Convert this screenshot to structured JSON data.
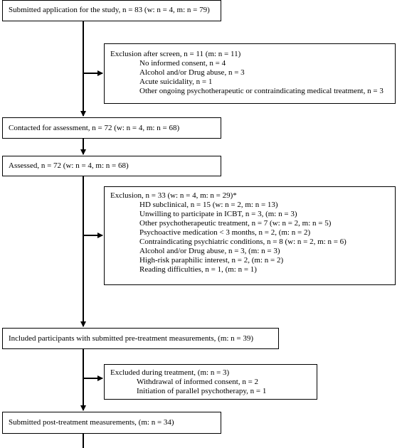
{
  "boxes": {
    "submitted": "Submitted application for the study, n = 83 (w: n = 4, m: n = 79)",
    "contacted": "Contacted for assessment, n = 72 (w: n = 4, m: n = 68)",
    "assessed": "Assessed, n = 72 (w: n = 4, m: n = 68)",
    "included": "Included participants with submitted pre-treatment measurements, (m: n = 39)",
    "post": "Submitted post-treatment measurements, (m: n = 34)"
  },
  "exclusion_screen": {
    "title": "Exclusion after screen, n = 11 (m: n = 11)",
    "items": [
      "No informed consent, n = 4",
      "Alcohol and/or Drug abuse, n = 3",
      "Acute suicidality, n = 1",
      "Other ongoing psychotherapeutic or contraindicating medical treatment, n = 3"
    ]
  },
  "exclusion_assessment": {
    "title": "Exclusion, n = 33 (w: n = 4, m: n = 29)*",
    "items": [
      "HD subclinical, n = 15 (w: n = 2, m: n = 13)",
      "Unwilling to participate in ICBT, n = 3, (m: n = 3)",
      "Other psychotherapeutic treatment, n = 7 (w: n = 2, m: n = 5)",
      "Psychoactive medication < 3 months, n = 2, (m: n = 2)",
      "Contraindicating psychiatric conditions, n = 8 (w: n = 2, m: n = 6)",
      "Alcohol and/or Drug abuse, n = 3, (m: n = 3)",
      "High-risk paraphilic interest, n = 2, (m: n = 2)",
      "Reading difficulties, n = 1, (m: n = 1)"
    ]
  },
  "exclusion_treatment": {
    "title": "Excluded during treatment, (m: n = 3)",
    "items": [
      "Withdrawal of informed consent, n = 2",
      "Initiation of parallel psychotherapy, n = 1"
    ]
  }
}
